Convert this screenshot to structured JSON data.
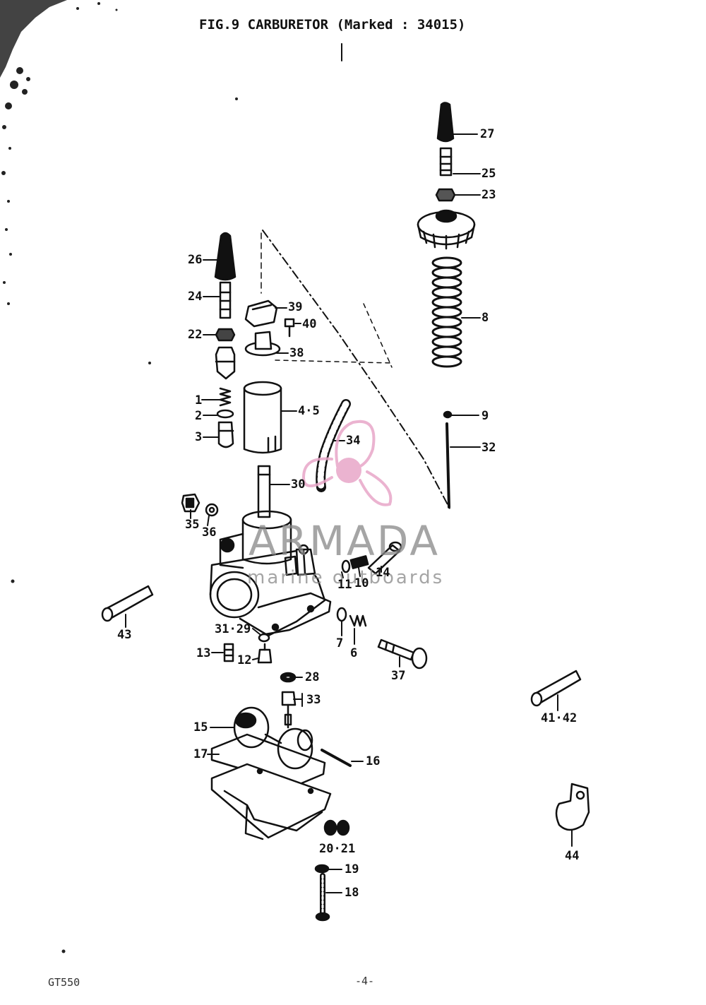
{
  "title": "FIG.9  CARBURETOR (Marked : 34015)",
  "footer": {
    "model": "GT550",
    "page": "-4-"
  },
  "watermark": {
    "name": "ARMADA",
    "subtitle": "marine outboards",
    "logo_color": "#e8a6c8",
    "text_color": "#888888"
  },
  "callouts": {
    "c27": "27",
    "c25": "25",
    "c23": "23",
    "c8": "8",
    "c9": "9",
    "c32": "32",
    "c26": "26",
    "c24": "24",
    "c22": "22",
    "c1": "1",
    "c2": "2",
    "c3": "3",
    "c39": "39",
    "c40": "40",
    "c38": "38",
    "c45": "4·5",
    "c34": "34",
    "c30": "30",
    "c35": "35",
    "c36": "36",
    "c11": "11",
    "c10": "10",
    "c14": "14",
    "c43": "43",
    "c3129": "31·29",
    "c7": "7",
    "c6": "6",
    "c13": "13",
    "c12": "12",
    "c37": "37",
    "c4142": "41·42",
    "c28": "28",
    "c33": "33",
    "c15": "15",
    "c17": "17",
    "c16": "16",
    "c2021": "20·21",
    "c19": "19",
    "c18": "18",
    "c44": "44"
  }
}
